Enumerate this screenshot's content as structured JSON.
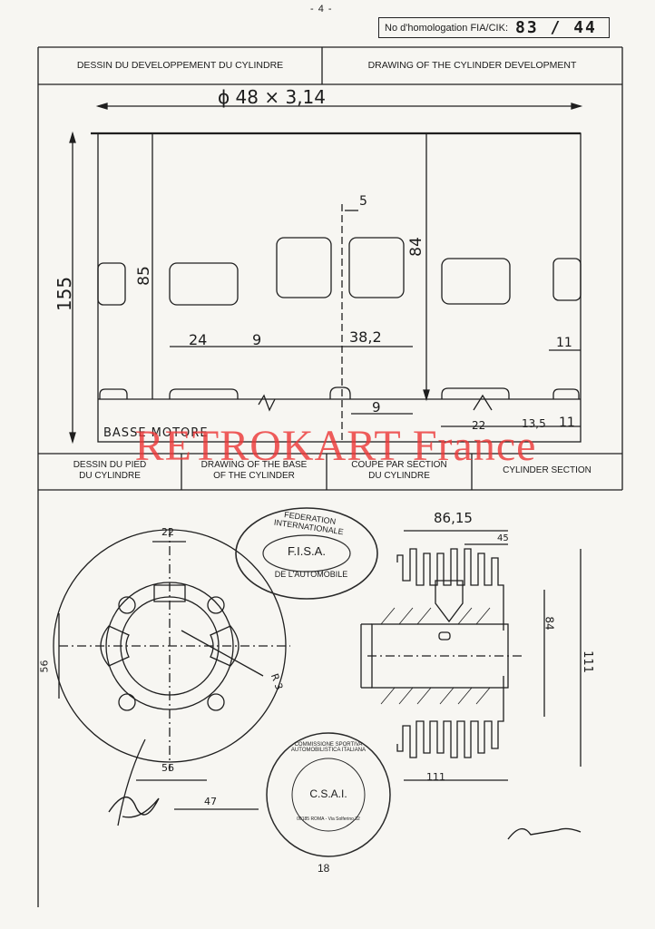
{
  "page": {
    "top_number": "- 4 -",
    "bottom_number": "18"
  },
  "homologation": {
    "label": "No d'homologation FIA/CIK:",
    "value": "83 / 44"
  },
  "headers": {
    "development_fr": "DESSIN DU DEVELOPPEMENT DU CYLINDRE",
    "development_en": "DRAWING OF THE CYLINDER DEVELOPMENT"
  },
  "captions": {
    "base_fr": [
      "DESSIN DU PIED",
      "DU CYLINDRE"
    ],
    "base_en": [
      "DRAWING OF THE BASE",
      "OF THE CYLINDER"
    ],
    "section_fr": [
      "COUPE PAR SECTION",
      "DU CYLINDRE"
    ],
    "section_en": "CYLINDER SECTION"
  },
  "dimensions": {
    "circumference": "ϕ 48 × 3,14",
    "height_total": "155",
    "height_left": "85",
    "height_right": "84",
    "rib": "5",
    "w24": "24",
    "w9a": "9",
    "w38": "38,2",
    "w11": "11",
    "w9b": "9",
    "w22": "22",
    "w13": "13,5",
    "w11b": "11",
    "base_22": "22",
    "base_56v": "56",
    "base_56h": "56",
    "base_47": "47",
    "base_r3": "R 3",
    "section_86": "86,15",
    "section_45": "45",
    "section_84": "84",
    "section_111v": "111",
    "section_111h": "111"
  },
  "annotations": {
    "base_label": "BASSE MOTORE"
  },
  "stamps": {
    "fisa": {
      "ring_top": "FEDERATION INTERNATIONALE",
      "ring_bottom": "DE L'AUTOMOBILE",
      "center": "F.I.S.A."
    },
    "csai": {
      "ring": "COMMISSIONE SPORTIVA AUTOMOBILISTICA ITALIANA",
      "inner": "00185 ROMA - Via Solferino 32",
      "center": "C.S.A.I."
    }
  },
  "watermark": "RETROKART France"
}
